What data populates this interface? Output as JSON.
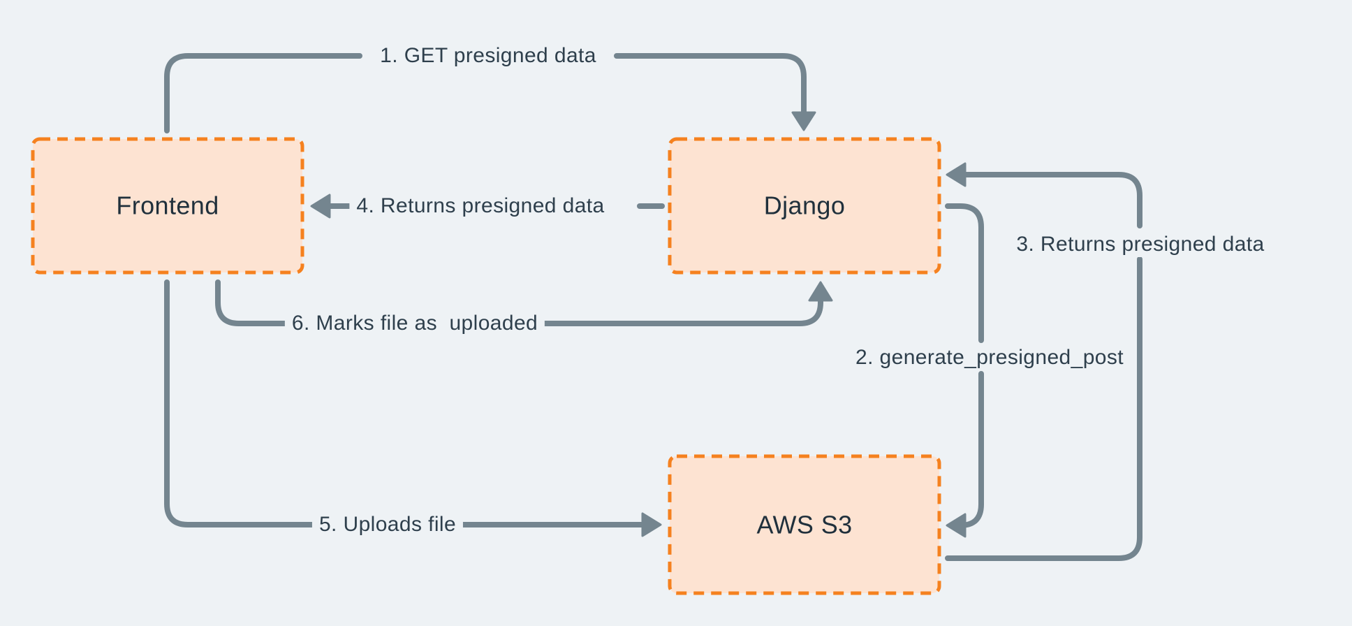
{
  "diagram": {
    "nodes": [
      {
        "id": "frontend",
        "label": "Frontend"
      },
      {
        "id": "django",
        "label": "Django"
      },
      {
        "id": "aws-s3",
        "label": "AWS S3"
      }
    ],
    "edges": [
      {
        "id": "e1",
        "from": "frontend",
        "to": "django",
        "label": "1. GET presigned data"
      },
      {
        "id": "e2",
        "from": "django",
        "to": "aws-s3",
        "label": "2. generate_presigned_post"
      },
      {
        "id": "e3",
        "from": "aws-s3",
        "to": "django",
        "label": "3. Returns presigned data"
      },
      {
        "id": "e4",
        "from": "django",
        "to": "frontend",
        "label": "4. Returns presigned data"
      },
      {
        "id": "e5",
        "from": "frontend",
        "to": "aws-s3",
        "label": "5. Uploads file"
      },
      {
        "id": "e6",
        "from": "frontend",
        "to": "django",
        "label": "6. Marks file as  uploaded"
      }
    ],
    "colors": {
      "background": "#eef2f5",
      "node_fill": "#fde3d2",
      "node_border": "#f5811f",
      "arrow": "#74858f",
      "label_text": "#2e3f4c",
      "node_text": "#20303c"
    }
  }
}
